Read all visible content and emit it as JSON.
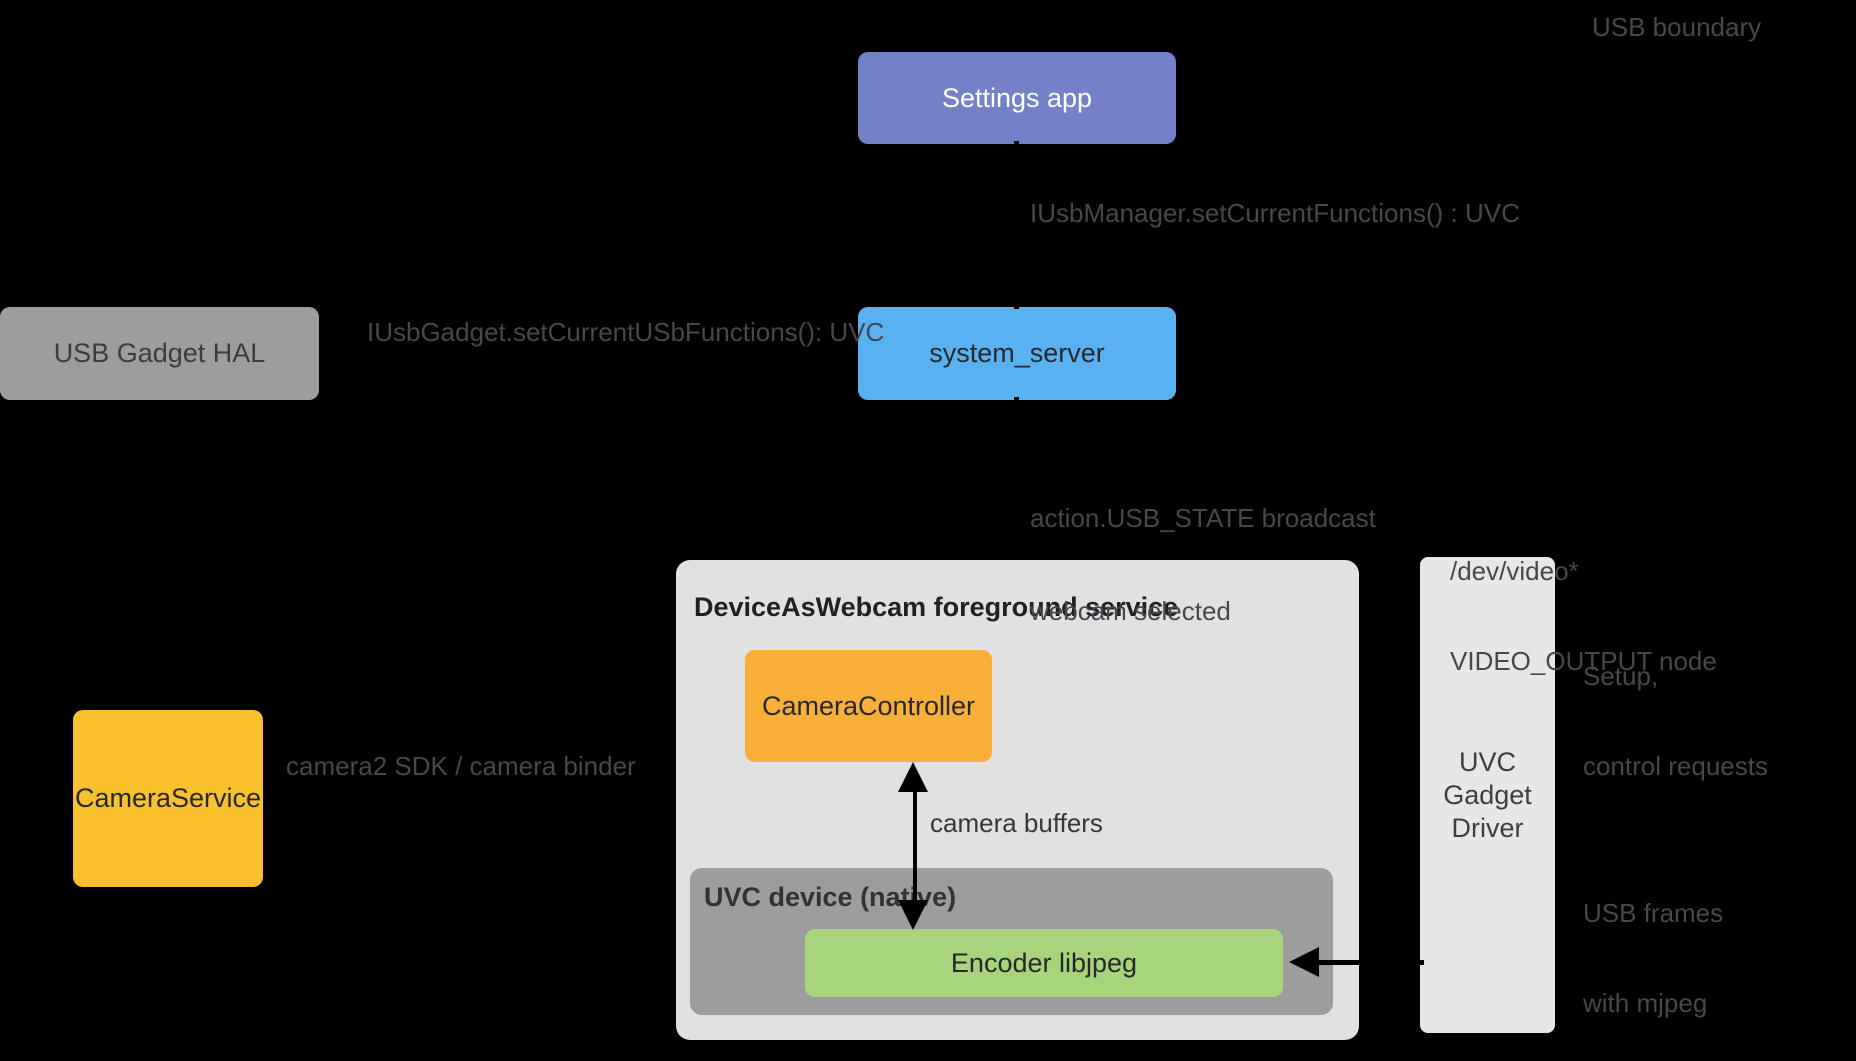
{
  "annotations": {
    "usb_boundary": "USB boundary",
    "iusbmanager": "IUsbManager.setCurrentFunctions() : UVC",
    "iusbgadget": "IUsbGadget.setCurrentUSbFunctions(): UVC",
    "usb_state": {
      "line1": "action.USB_STATE broadcast",
      "line2": "webcam selected"
    },
    "dev_video": {
      "line1": "/dev/video*",
      "line2": "VIDEO_OUTPUT node"
    },
    "setup": {
      "line1": "Setup,",
      "line2": "control requests"
    },
    "usb_frames": {
      "line1": "USB frames",
      "line2": "with mjpeg"
    },
    "camera2": "camera2 SDK / camera binder",
    "camera_buffers": "camera buffers"
  },
  "boxes": {
    "settings_app": {
      "label": "Settings app",
      "color": "#7381C8"
    },
    "system_server": {
      "label": "system_server",
      "color": "#59B1F2"
    },
    "usb_gadget_hal": {
      "label": "USB Gadget HAL",
      "color": "#9D9D9D"
    },
    "camera_service": {
      "label": "CameraService",
      "color": "#FBC02D"
    },
    "camera_controller": {
      "label": "CameraController",
      "color": "#F9AF38"
    },
    "encoder": {
      "label": "Encoder libjpeg",
      "color": "#A8D47C"
    },
    "uvc_gadget_driver": {
      "lines": [
        "UVC",
        "Gadget",
        "Driver"
      ],
      "color": "#E7E7E7"
    }
  },
  "containers": {
    "device_as_webcam": {
      "title": "DeviceAsWebcam foreground service",
      "color": "#E1E1E1"
    },
    "uvc_device_native": {
      "title": "UVC device (native)",
      "color": "#9D9D9D"
    }
  },
  "arrows": {
    "color": "#000000"
  }
}
